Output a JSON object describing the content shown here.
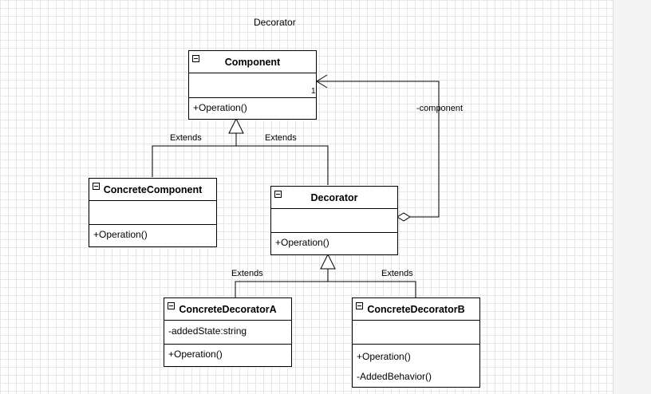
{
  "diagram": {
    "title": "Decorator",
    "classes": [
      {
        "id": "component",
        "name": "Component",
        "attributes": [],
        "operations": [
          "+Operation()"
        ]
      },
      {
        "id": "concrete_component",
        "name": "ConcreteComponent",
        "attributes": [],
        "operations": [
          "+Operation()"
        ]
      },
      {
        "id": "decorator",
        "name": "Decorator",
        "attributes": [],
        "operations": [
          "+Operation()"
        ]
      },
      {
        "id": "concrete_decorator_a",
        "name": "ConcreteDecoratorA",
        "attributes": [
          "-addedState:string"
        ],
        "operations": [
          "+Operation()"
        ]
      },
      {
        "id": "concrete_decorator_b",
        "name": "ConcreteDecoratorB",
        "attributes": [],
        "operations": [
          "+Operation()",
          "-AddedBehavior()"
        ]
      }
    ],
    "relations": [
      {
        "type": "generalization",
        "from": "concrete_component",
        "to": "component",
        "label": "Extends"
      },
      {
        "type": "generalization",
        "from": "decorator",
        "to": "component",
        "label": "Extends"
      },
      {
        "type": "generalization",
        "from": "concrete_decorator_a",
        "to": "decorator",
        "label": "Extends"
      },
      {
        "type": "generalization",
        "from": "concrete_decorator_b",
        "to": "decorator",
        "label": "Extends"
      },
      {
        "type": "aggregation",
        "from": "decorator",
        "to": "component",
        "role": "-component",
        "multiplicity": "1"
      }
    ]
  }
}
